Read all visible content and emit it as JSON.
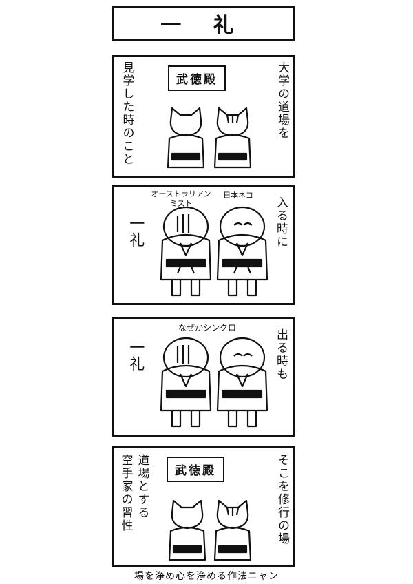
{
  "title": "一 礼",
  "panels": [
    {
      "sign": "武徳殿",
      "left_text": "見学した時のこと",
      "right_text": "大学の道場を"
    },
    {
      "left_text": "一礼",
      "right_text": "入る時に",
      "label_left": "オーストラリアン\nミスト",
      "label_right": "日本ネコ"
    },
    {
      "left_text": "一礼",
      "right_text": "出る時も",
      "label_top": "なぜかシンクロ"
    },
    {
      "sign": "武徳殿",
      "left_text_1": "空手家の習性",
      "left_text_2": "道場とする",
      "right_text": "そこを修行の場"
    }
  ],
  "caption": "場を浄め心を浄める作法ニャン"
}
